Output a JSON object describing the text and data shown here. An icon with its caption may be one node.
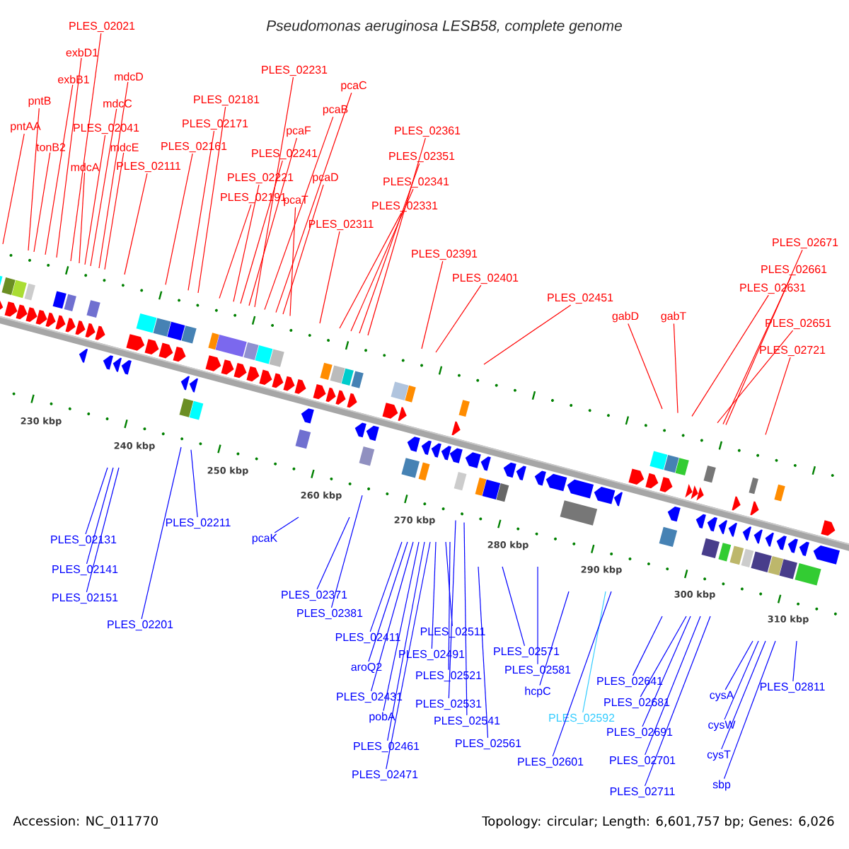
{
  "diagram": {
    "title": "Pseudomonas aeruginosa LESB58, complete genome",
    "nodes": [
      {
        "text": [
          "PLES_02021"
        ]
      },
      {
        "text": [
          "exbD1"
        ]
      },
      {
        "text": [
          "exbB1"
        ]
      },
      {
        "text": [
          "mdcD"
        ]
      },
      {
        "text": [
          "pntB"
        ]
      },
      {
        "text": [
          "mdcC"
        ]
      },
      {
        "text": [
          "pntAA"
        ]
      },
      {
        "text": [
          "PLES_02041"
        ]
      },
      {
        "text": [
          "tonB2"
        ]
      },
      {
        "text": [
          "mdcE"
        ]
      },
      {
        "text": [
          "mdcA"
        ]
      },
      {
        "text": [
          "PLES_02111"
        ]
      },
      {
        "text": [
          "PLES_02231"
        ]
      },
      {
        "text": [
          "PLES_02181"
        ]
      },
      {
        "text": [
          "PLES_02171"
        ]
      },
      {
        "text": [
          "PLES_02161"
        ]
      },
      {
        "text": [
          "pcaC"
        ]
      },
      {
        "text": [
          "pcaB"
        ]
      },
      {
        "text": [
          "pcaF"
        ]
      },
      {
        "text": [
          "PLES_02241"
        ]
      },
      {
        "text": [
          "PLES_02221"
        ]
      },
      {
        "text": [
          "pcaD"
        ]
      },
      {
        "text": [
          "PLES_02191"
        ]
      },
      {
        "text": [
          "pcaT"
        ]
      },
      {
        "text": [
          "PLES_02311"
        ]
      },
      {
        "text": [
          "PLES_02361"
        ]
      },
      {
        "text": [
          "PLES_02351"
        ]
      },
      {
        "text": [
          "PLES_02341"
        ]
      },
      {
        "text": [
          "PLES_02331"
        ]
      },
      {
        "text": [
          "PLES_02391"
        ]
      },
      {
        "text": [
          "PLES_02401"
        ]
      },
      {
        "text": [
          "PLES_02451"
        ]
      },
      {
        "text": [
          "PLES_02671"
        ]
      },
      {
        "text": [
          "PLES_02661"
        ]
      },
      {
        "text": [
          "PLES_02631"
        ]
      },
      {
        "text": [
          "gabD"
        ]
      },
      {
        "text": [
          "gabT"
        ]
      },
      {
        "text": [
          "PLES_02651"
        ]
      },
      {
        "text": [
          "PLES_02721"
        ]
      },
      {
        "text": [
          "PLES_02211"
        ]
      },
      {
        "text": [
          "pcaK"
        ]
      },
      {
        "text": [
          "PLES_02131"
        ]
      },
      {
        "text": [
          "PLES_02141"
        ]
      },
      {
        "text": [
          "PLES_02151"
        ]
      },
      {
        "text": [
          "PLES_02201"
        ]
      },
      {
        "text": [
          "PLES_02371"
        ]
      },
      {
        "text": [
          "PLES_02381"
        ]
      },
      {
        "text": [
          "PLES_02411"
        ]
      },
      {
        "text": [
          "aroQ2"
        ]
      },
      {
        "text": [
          "PLES_02431"
        ]
      },
      {
        "text": [
          "pobA"
        ]
      },
      {
        "text": [
          "PLES_02461"
        ]
      },
      {
        "text": [
          "PLES_02471"
        ]
      },
      {
        "text": [
          "PLES_02511"
        ]
      },
      {
        "text": [
          "PLES_02491"
        ]
      },
      {
        "text": [
          "PLES_02521"
        ]
      },
      {
        "text": [
          "PLES_02531"
        ]
      },
      {
        "text": [
          "PLES_02541"
        ]
      },
      {
        "text": [
          "PLES_02561"
        ]
      },
      {
        "text": [
          "PLES_02571"
        ]
      },
      {
        "text": [
          "PLES_02581"
        ]
      },
      {
        "text": [
          "hcpC"
        ]
      },
      {
        "text": [
          "PLES_02592"
        ]
      },
      {
        "text": [
          "PLES_02601"
        ]
      },
      {
        "text": [
          "PLES_02641"
        ]
      },
      {
        "text": [
          "PLES_02681"
        ]
      },
      {
        "text": [
          "PLES_02691"
        ]
      },
      {
        "text": [
          "PLES_02701"
        ]
      },
      {
        "text": [
          "PLES_02711"
        ]
      },
      {
        "text": [
          "cysA"
        ]
      },
      {
        "text": [
          "cysW"
        ]
      },
      {
        "text": [
          "cysT"
        ]
      },
      {
        "text": [
          "sbp"
        ]
      },
      {
        "text": [
          "PLES_02811"
        ]
      }
    ],
    "edges": [
      {
        "from": 0,
        "to": null,
        "arrow": "none"
      },
      {
        "from": 1,
        "to": null,
        "arrow": "none"
      },
      {
        "from": 2,
        "to": null,
        "arrow": "none"
      },
      {
        "from": 3,
        "to": null,
        "arrow": "none"
      },
      {
        "from": 4,
        "to": null,
        "arrow": "none"
      },
      {
        "from": 5,
        "to": null,
        "arrow": "none"
      },
      {
        "from": 6,
        "to": null,
        "arrow": "none"
      },
      {
        "from": 7,
        "to": null,
        "arrow": "none"
      },
      {
        "from": 8,
        "to": null,
        "arrow": "none"
      },
      {
        "from": 9,
        "to": null,
        "arrow": "none"
      },
      {
        "from": 10,
        "to": null,
        "arrow": "none"
      },
      {
        "from": 11,
        "to": null,
        "arrow": "none"
      },
      {
        "from": 12,
        "to": null,
        "arrow": "none"
      },
      {
        "from": 13,
        "to": null,
        "arrow": "none"
      },
      {
        "from": 14,
        "to": null,
        "arrow": "none"
      },
      {
        "from": 15,
        "to": null,
        "arrow": "none"
      },
      {
        "from": 16,
        "to": null,
        "arrow": "none"
      },
      {
        "from": 17,
        "to": null,
        "arrow": "none"
      },
      {
        "from": 18,
        "to": null,
        "arrow": "none"
      },
      {
        "from": 19,
        "to": null,
        "arrow": "none"
      },
      {
        "from": 20,
        "to": null,
        "arrow": "none"
      },
      {
        "from": 21,
        "to": null,
        "arrow": "none"
      },
      {
        "from": 22,
        "to": null,
        "arrow": "none"
      },
      {
        "from": 23,
        "to": null,
        "arrow": "none"
      },
      {
        "from": 24,
        "to": null,
        "arrow": "none"
      },
      {
        "from": 25,
        "to": null,
        "arrow": "none"
      },
      {
        "from": 26,
        "to": null,
        "arrow": "none"
      },
      {
        "from": 27,
        "to": null,
        "arrow": "none"
      },
      {
        "from": 28,
        "to": null,
        "arrow": "none"
      },
      {
        "from": 29,
        "to": null,
        "arrow": "none"
      },
      {
        "from": 30,
        "to": null,
        "arrow": "none"
      },
      {
        "from": 31,
        "to": null,
        "arrow": "none"
      },
      {
        "from": 32,
        "to": null,
        "arrow": "none"
      },
      {
        "from": 33,
        "to": null,
        "arrow": "none"
      },
      {
        "from": 34,
        "to": null,
        "arrow": "none"
      },
      {
        "from": 35,
        "to": null,
        "arrow": "none"
      },
      {
        "from": 36,
        "to": null,
        "arrow": "none"
      },
      {
        "from": 37,
        "to": null,
        "arrow": "none"
      },
      {
        "from": 38,
        "to": null,
        "arrow": "none"
      },
      {
        "from": 39,
        "to": null,
        "arrow": "none",
        "color": "#0000ff"
      },
      {
        "from": 40,
        "to": null,
        "arrow": "none",
        "color": "#0000ff"
      },
      {
        "from": 41,
        "to": null,
        "arrow": "none",
        "color": "#0000ff"
      },
      {
        "from": 42,
        "to": null,
        "arrow": "none",
        "color": "#0000ff"
      },
      {
        "from": 43,
        "to": null,
        "arrow": "none",
        "color": "#0000ff"
      },
      {
        "from": 44,
        "to": null,
        "arrow": "none",
        "color": "#0000ff"
      },
      {
        "from": 45,
        "to": null,
        "arrow": "none",
        "color": "#0000ff"
      },
      {
        "from": 46,
        "to": null,
        "arrow": "none",
        "color": "#0000ff"
      },
      {
        "from": 47,
        "to": null,
        "arrow": "none",
        "color": "#0000ff"
      },
      {
        "from": 48,
        "to": null,
        "arrow": "none",
        "color": "#0000ff"
      },
      {
        "from": 49,
        "to": null,
        "arrow": "none",
        "color": "#0000ff"
      },
      {
        "from": 50,
        "to": null,
        "arrow": "none",
        "color": "#0000ff"
      },
      {
        "from": 51,
        "to": null,
        "arrow": "none",
        "color": "#0000ff"
      },
      {
        "from": 52,
        "to": null,
        "arrow": "none",
        "color": "#0000ff"
      },
      {
        "from": 53,
        "to": null,
        "arrow": "none",
        "color": "#0000ff"
      },
      {
        "from": 54,
        "to": null,
        "arrow": "none",
        "color": "#0000ff"
      },
      {
        "from": 55,
        "to": null,
        "arrow": "none",
        "color": "#0000ff"
      },
      {
        "from": 56,
        "to": null,
        "arrow": "none",
        "color": "#0000ff"
      },
      {
        "from": 57,
        "to": null,
        "arrow": "none",
        "color": "#0000ff"
      },
      {
        "from": 58,
        "to": null,
        "arrow": "none",
        "color": "#0000ff"
      },
      {
        "from": 59,
        "to": null,
        "arrow": "none",
        "color": "#0000ff"
      },
      {
        "from": 60,
        "to": null,
        "arrow": "none",
        "color": "#0000ff"
      },
      {
        "from": 61,
        "to": null,
        "arrow": "none",
        "color": "#0000ff"
      },
      {
        "from": 62,
        "to": null,
        "arrow": "none",
        "color": "#33ccff"
      },
      {
        "from": 63,
        "to": null,
        "arrow": "none",
        "color": "#0000ff"
      },
      {
        "from": 64,
        "to": null,
        "arrow": "none",
        "color": "#0000ff"
      },
      {
        "from": 65,
        "to": null,
        "arrow": "none",
        "color": "#0000ff"
      },
      {
        "from": 66,
        "to": null,
        "arrow": "none",
        "color": "#0000ff"
      },
      {
        "from": 67,
        "to": null,
        "arrow": "none",
        "color": "#0000ff"
      },
      {
        "from": 68,
        "to": null,
        "arrow": "none",
        "color": "#0000ff"
      },
      {
        "from": 69,
        "to": null,
        "arrow": "none",
        "color": "#0000ff"
      },
      {
        "from": 70,
        "to": null,
        "arrow": "none",
        "color": "#0000ff"
      },
      {
        "from": 71,
        "to": null,
        "arrow": "none",
        "color": "#0000ff"
      },
      {
        "from": 72,
        "to": null,
        "arrow": "none",
        "color": "#0000ff"
      },
      {
        "from": 73,
        "to": null,
        "arrow": "none",
        "color": "#0000ff"
      }
    ],
    "labels": [
      "230 kbp",
      "240 kbp",
      "250 kbp",
      "260 kbp",
      "270 kbp",
      "280 kbp",
      "290 kbp",
      "300 kbp",
      "310 kbp",
      "Accession: NC_011770",
      "Topology: circular; Length: 6,601,757 bp; Genes: 6,026"
    ]
  }
}
